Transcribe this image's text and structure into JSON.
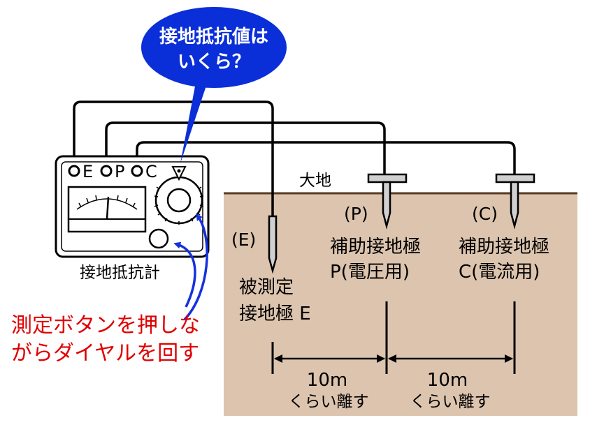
{
  "callout": {
    "line1": "接地抵抗値は",
    "line2": "いくら？",
    "color": "#0a2fd8"
  },
  "meter": {
    "terminals": [
      "E",
      "P",
      "C"
    ],
    "caption": "接地抵抗計"
  },
  "ground": {
    "label": "大地",
    "color": "#dcc4ae",
    "line_color": "#5a3a24"
  },
  "electrodes": {
    "e": {
      "tag": "(E)",
      "line1": "被測定",
      "line2": "接地極 E"
    },
    "p": {
      "tag": "(P)",
      "line1": "補助接地極",
      "line2": "P(電圧用)"
    },
    "c": {
      "tag": "(C)",
      "line1": "補助接地極",
      "line2": "C(電流用)"
    }
  },
  "instruction": {
    "line1": "測定ボタンを押しな",
    "line2": "がらダイヤルを回す",
    "color": "#e00000"
  },
  "spacing": {
    "ep": {
      "distance": "10m",
      "note": "くらい離す"
    },
    "pc": {
      "distance": "10m",
      "note": "くらい離す"
    }
  }
}
